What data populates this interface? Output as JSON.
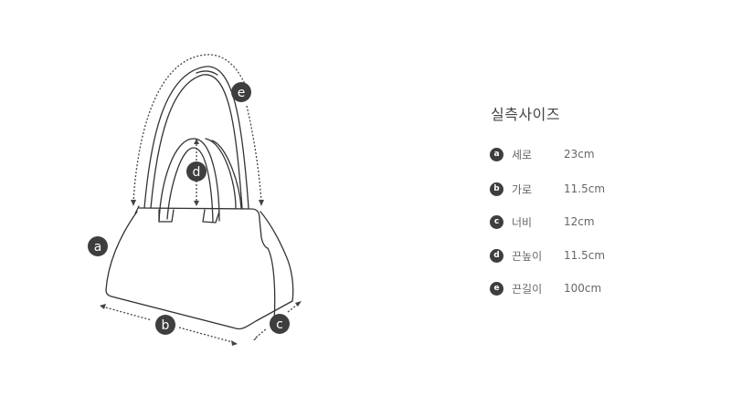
{
  "section": {
    "title": "실측사이즈",
    "measurements": [
      {
        "key": "a",
        "label": "세로",
        "value": "23cm"
      },
      {
        "key": "b",
        "label": "가로",
        "value": "11.5cm"
      },
      {
        "key": "c",
        "label": "너비",
        "value": "12cm"
      },
      {
        "key": "d",
        "label": "끈높이",
        "value": "11.5cm"
      },
      {
        "key": "e",
        "label": "끈길이",
        "value": "100cm"
      }
    ]
  },
  "illustration": {
    "markers": [
      "a",
      "b",
      "c",
      "d",
      "e"
    ],
    "badge_color": "#3e3e3e"
  }
}
